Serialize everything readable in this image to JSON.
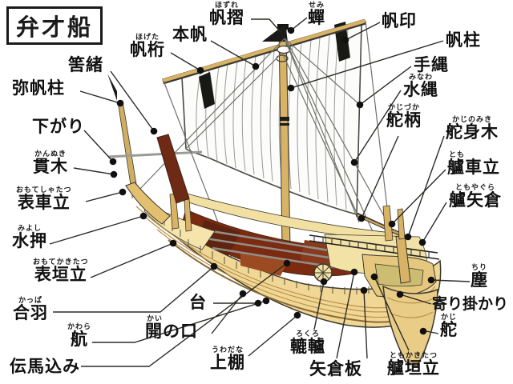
{
  "title": "弁才船",
  "colors": {
    "hull": "#f0d795",
    "deck_red": "#7c2b11",
    "sail": "#fcfcfb",
    "spar": "#d8b366",
    "outline": "#3b382f",
    "label_text": "#111111"
  },
  "labels": [
    {
      "id": "hogeta",
      "furigana": "ほげた",
      "text": "帆桁"
    },
    {
      "id": "honpan",
      "furigana": "",
      "text": "本帆"
    },
    {
      "id": "hozure",
      "furigana": "ほずれ",
      "text": "帆摺"
    },
    {
      "id": "semi",
      "furigana": "せみ",
      "text": "蟬"
    },
    {
      "id": "hojirushi",
      "furigana": "",
      "text": "帆印"
    },
    {
      "id": "hobashira",
      "furigana": "",
      "text": "帆柱"
    },
    {
      "id": "tenawa",
      "furigana": "",
      "text": "手縄"
    },
    {
      "id": "minawa",
      "furigana": "みなわ",
      "text": "水縄"
    },
    {
      "id": "kajizuka",
      "furigana": "かじづか",
      "text": "舵柄"
    },
    {
      "id": "kajinomiki",
      "furigana": "かじのみき",
      "text": "舵身木"
    },
    {
      "id": "tomoshatatsu",
      "furigana": "とも",
      "text": "艫車立"
    },
    {
      "id": "tomoyagura",
      "furigana": "ともやぐら",
      "text": "艫矢倉"
    },
    {
      "id": "chiri",
      "furigana": "ちり",
      "text": "塵"
    },
    {
      "id": "yorikakari",
      "furigana": "",
      "text": "寄り掛かり"
    },
    {
      "id": "kaji",
      "furigana": "かじ",
      "text": "舵"
    },
    {
      "id": "tomokakitatsu",
      "furigana": "ともかきたつ",
      "text": "艫垣立"
    },
    {
      "id": "yaguraita",
      "furigana": "",
      "text": "矢倉板"
    },
    {
      "id": "rokuro",
      "furigana": "ろくろ",
      "text": "轆轤"
    },
    {
      "id": "uwadana",
      "furigana": "うわだな",
      "text": "上棚"
    },
    {
      "id": "kainokuchi",
      "furigana": "かい",
      "text": "開の口"
    },
    {
      "id": "dai",
      "furigana": "",
      "text": "台"
    },
    {
      "id": "denmagomi",
      "furigana": "",
      "text": "伝馬込み"
    },
    {
      "id": "kawara",
      "furigana": "かわら",
      "text": "航"
    },
    {
      "id": "kappa",
      "furigana": "かっぱ",
      "text": "合羽"
    },
    {
      "id": "omotekakitatsu",
      "furigana": "おもてかきたつ",
      "text": "表垣立"
    },
    {
      "id": "miyoshi",
      "furigana": "みよし",
      "text": "水押"
    },
    {
      "id": "omoteshatatsu",
      "furigana": "おもてしゃたつ",
      "text": "表車立"
    },
    {
      "id": "kannuki",
      "furigana": "かんぬき",
      "text": "貫木"
    },
    {
      "id": "sagari",
      "furigana": "",
      "text": "下がり"
    },
    {
      "id": "yahobashira",
      "furigana": "",
      "text": "弥帆柱"
    },
    {
      "id": "hazuo",
      "furigana": "",
      "text": "筈緒"
    }
  ]
}
